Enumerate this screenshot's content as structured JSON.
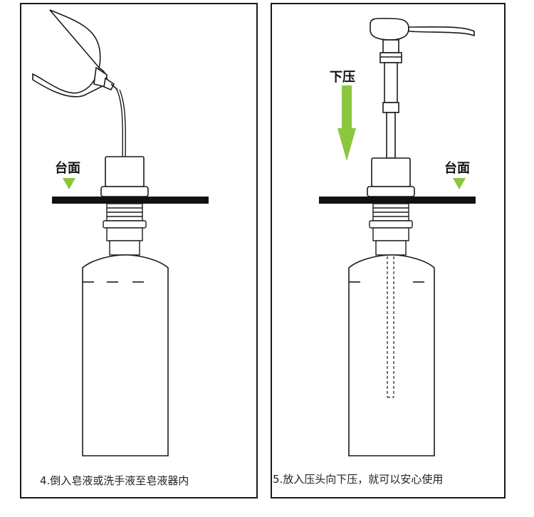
{
  "step4": {
    "counter_label": "台面",
    "caption": "4.倒入皂液或洗手液至皂液器内"
  },
  "step5": {
    "press_label": "下压",
    "counter_label": "台面",
    "caption": "5.放入压头向下压，就可以安心使用"
  },
  "colors": {
    "arrow_green": "#8cc63f",
    "counter_black": "#111111",
    "outline": "#1a1a1a"
  }
}
